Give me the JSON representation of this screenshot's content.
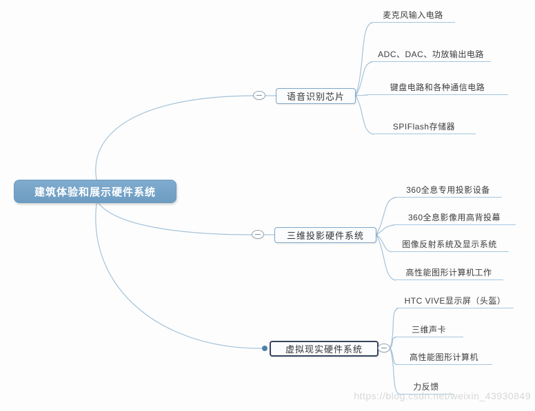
{
  "root": {
    "label": "建筑体验和展示硬件系统"
  },
  "branches": [
    {
      "label": "语音识别芯片",
      "selected": false,
      "children": [
        "麦克风输入电路",
        "ADC、DAC、功放输出电路",
        "键盘电路和各种通信电路",
        "SPIFlash存储器"
      ]
    },
    {
      "label": "三维投影硬件系统",
      "selected": false,
      "children": [
        "360全息专用投影设备",
        "360全息影像用高背投幕",
        "图像反射系统及显示系统",
        "高性能图形计算机工作"
      ]
    },
    {
      "label": "虚拟现实硬件系统",
      "selected": true,
      "children": [
        "HTC VIVE显示屏（头盔）",
        "三维声卡",
        "高性能图形计算机",
        "力反馈"
      ]
    }
  ],
  "watermark": "https://blog.csdn.net/weixin_43930849",
  "colors": {
    "root_fill": "#74a3c6",
    "root_text": "#ffffff",
    "branch_border": "#7da5c8",
    "selected_border": "#36435c",
    "connector_line": "#a4c2d9",
    "leaf_underline": "#a4c6df",
    "leaf_text": "#3c3c3c",
    "watermark_text": "#d7d7d7"
  }
}
